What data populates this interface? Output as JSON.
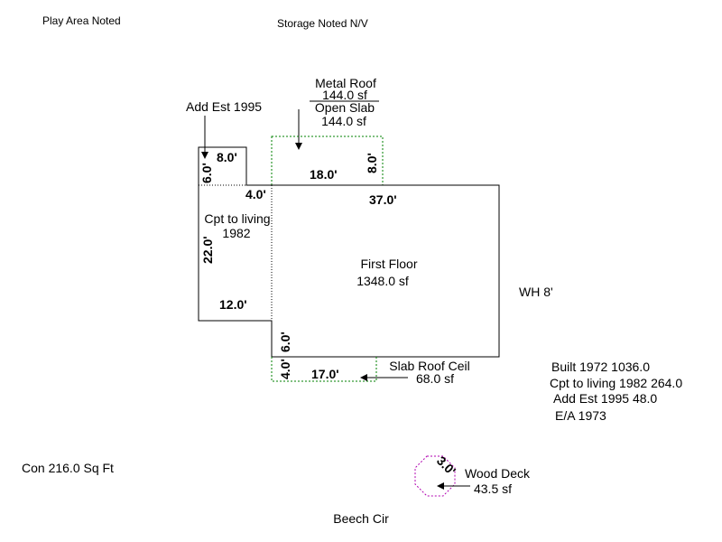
{
  "notes": {
    "play_area": "Play Area Noted",
    "storage": "Storage Noted N/V",
    "con": "Con 216.0 Sq Ft",
    "street": "Beech Cir",
    "wh": "WH 8'"
  },
  "summary": [
    "Built 1972 1036.0",
    "Cpt to living 1982 264.0",
    "Add Est 1995 48.0",
    "E/A 1973"
  ],
  "areas": {
    "metal_roof": {
      "name": "Metal Roof",
      "sf": "144.0 sf"
    },
    "open_slab": {
      "name": "Open Slab",
      "sf": "144.0 sf"
    },
    "add_est": {
      "name": "Add Est 1995"
    },
    "cpt_living": {
      "name": "Cpt to living",
      "year": "1982"
    },
    "first_floor": {
      "name": "First Floor",
      "sf": "1348.0 sf"
    },
    "slab_roof": {
      "name": "Slab Roof Ceil",
      "sf": "68.0 sf"
    },
    "wood_deck": {
      "name": "Wood Deck",
      "sf": "43.5 sf"
    }
  },
  "dimensions": {
    "add_top": "8.0'",
    "add_side": "6.0'",
    "storage_width": "18.0'",
    "storage_depth": "8.0'",
    "step": "4.0'",
    "main_width": "37.0'",
    "left_height": "22.0'",
    "left_bottom": "12.0'",
    "slab_side": "6.0'",
    "slab_depth": "4.0'",
    "slab_width": "17.0'",
    "deck": "3.0'"
  },
  "colors": {
    "outline": "#000000",
    "dashed_green": "#008000",
    "deck_magenta": "#b000b0"
  }
}
